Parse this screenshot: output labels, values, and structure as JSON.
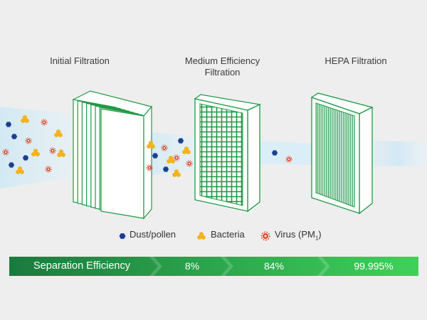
{
  "stages": [
    {
      "label": "Initial Filtration"
    },
    {
      "label_line1": "Medium Efficiency",
      "label_line2": "Filtration"
    },
    {
      "label": "HEPA Filtration"
    }
  ],
  "legend": {
    "dust": "Dust/pollen",
    "bacteria": "Bacteria",
    "virus_prefix": "Virus (PM",
    "virus_sub": "1",
    "virus_suffix": ")"
  },
  "efficiency": {
    "title": "Separation Efficiency",
    "values": [
      "8%",
      "84%",
      "99.995%"
    ]
  },
  "colors": {
    "dust": "#1b3f8e",
    "bacteria": "#f2b31c",
    "virus": "#e0452b",
    "filter_green": "#1f9a45",
    "bar_dark": "#1a7a3e",
    "bar_light": "#3fd15a",
    "air_stream": "#cfe8f5"
  }
}
